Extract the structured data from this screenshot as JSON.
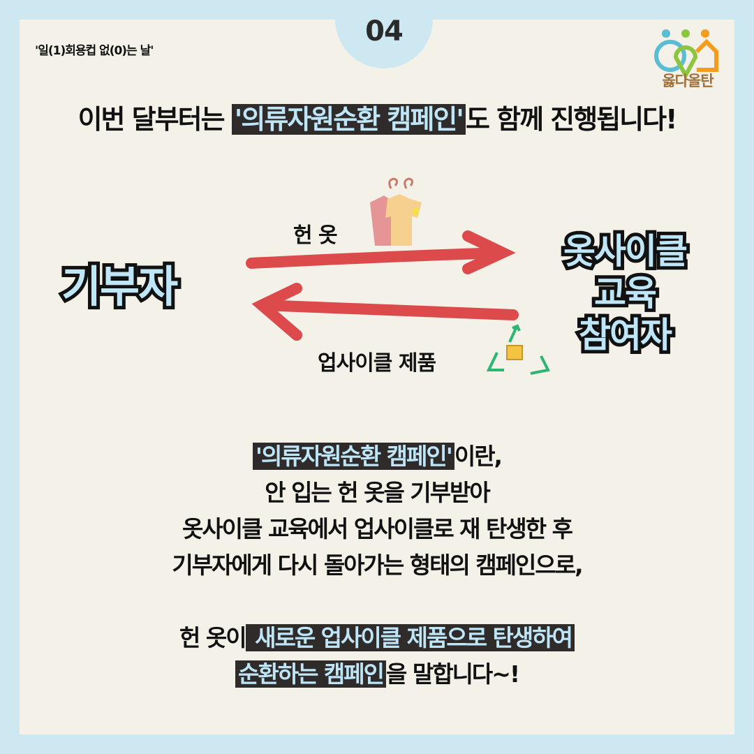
{
  "page_number": "04",
  "subtitle": "'일(1)회용컵 없(0)는 날'",
  "logo_text": "옳다올탄",
  "headline": {
    "pre": "이번 달부터는 ",
    "highlight": "'의류자원순환 캠페인'",
    "post": "도 함께 진행됩니다!"
  },
  "diagram": {
    "donor": "기부자",
    "participant_lines": [
      "옷사이클",
      "교육",
      "참여자"
    ],
    "forward_label": "헌 옷",
    "backward_label": "업사이클 제품"
  },
  "body": {
    "line1_highlight": "'의류자원순환 캠페인'",
    "line1_post": "이란,",
    "line2": "안 입는 헌 옷을 기부받아",
    "line3": "옷사이클 교육에서 업사이클로 재 탄생한 후",
    "line4": "기부자에게 다시 돌아가는 형태의 캠페인으로,",
    "line5_pre": "헌 옷이",
    "line5_highlight": " 새로운 업사이클 제품으로 탄생하여",
    "line6_highlight": "순환하는 캠페인",
    "line6_post": "을 말합니다~!"
  },
  "colors": {
    "outer": "#cde8f1",
    "card": "#f4f1e9",
    "arrow": "#dc4a4c",
    "highlight_bg": "#2f2b2a",
    "highlight_text": "#bfe6f7"
  }
}
